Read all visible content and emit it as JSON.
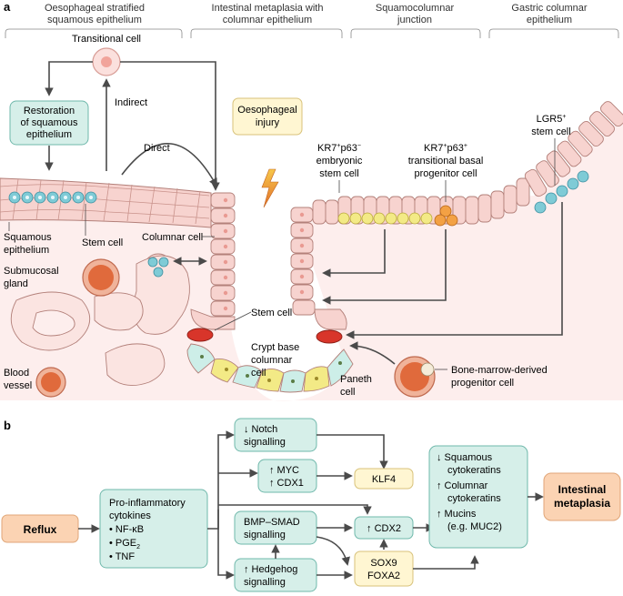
{
  "panel_a": {
    "label": "a",
    "headers": {
      "h1": [
        "Oesophageal stratified",
        "squamous epithelium"
      ],
      "h2": [
        "Intestinal metaplasia with",
        "columnar epithelium"
      ],
      "h3": [
        "Squamocolumnar",
        "junction"
      ],
      "h4": [
        "Gastric columnar",
        "epithelium"
      ]
    },
    "transitional_cell": "Transitional cell",
    "restoration": [
      "Restoration",
      "of squamous",
      "epithelium"
    ],
    "indirect": "Indirect",
    "direct": "Direct",
    "injury": [
      "Oesophageal",
      "injury"
    ],
    "kr7_emb": [
      "KR7",
      "+",
      "p63",
      "−",
      "embryonic",
      "stem cell"
    ],
    "kr7_trans": [
      "KR7",
      "+",
      "p63",
      "+",
      "transitional basal",
      "progenitor cell"
    ],
    "lgr5": [
      "LGR5",
      "+",
      "stem cell"
    ],
    "squamous_epithelium": [
      "Squamous",
      "epithelium"
    ],
    "stem_cell_left": "Stem cell",
    "columnar_cell": "Columnar cell",
    "submucosal_gland": [
      "Submucosal",
      "gland"
    ],
    "blood_vessel": [
      "Blood",
      "vessel"
    ],
    "stem_cell_crypt": "Stem cell",
    "crypt_base": [
      "Crypt base",
      "columnar",
      "cell"
    ],
    "paneth": [
      "Paneth",
      "cell"
    ],
    "bone_marrow": [
      "Bone-marrow-derived",
      "progenitor cell"
    ]
  },
  "panel_b": {
    "label": "b",
    "reflux": "Reflux",
    "cytokines": {
      "title": [
        "Pro-inflammatory",
        "cytokines"
      ],
      "items": [
        "• NF-κB",
        "• PGE",
        "2",
        "• TNF"
      ]
    },
    "notch": [
      "↓ Notch",
      "signalling"
    ],
    "myc": [
      "↑ MYC",
      "↑ CDX1"
    ],
    "klf4": "KLF4",
    "bmp": [
      "BMP–SMAD",
      "signalling"
    ],
    "cdx2": "↑ CDX2",
    "hedgehog": [
      "↑ Hedgehog",
      "signalling"
    ],
    "sox9": [
      "SOX9",
      "FOXA2"
    ],
    "effects": [
      "↓ Squamous",
      "cytokeratins",
      "↑ Columnar",
      "cytokeratins",
      "↑ Mucins",
      "(e.g. MUC2)"
    ],
    "result": [
      "Intestinal",
      "metaplasia"
    ]
  },
  "colors": {
    "teal_box": "#d6efe9",
    "teal_stroke": "#6fb8ab",
    "yellow_box": "#fff6d2",
    "orange_box": "#fbd3b3",
    "arrow": "#4a4a4a",
    "pink_cell": "#f7d3cf",
    "pink_stroke": "#b3807a",
    "cell_blue": "#7fcbd6",
    "cell_yellow": "#f3ea86",
    "cell_orange": "#f3a144",
    "cell_red": "#d8352a"
  }
}
